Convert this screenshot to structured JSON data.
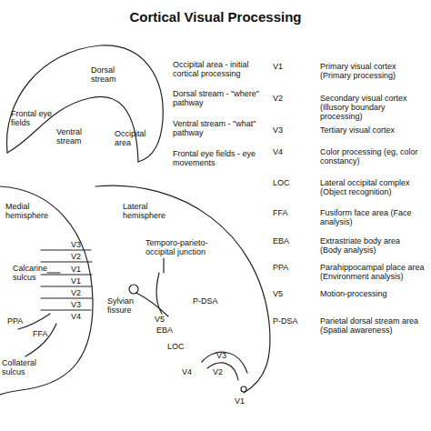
{
  "diagram": {
    "title": "Cortical Visual Processing",
    "labels": [
      "Frontal eye fields",
      "Dorsal stream",
      "Ventral stream",
      "Occipital area",
      "Occipital area - initial cortical processing",
      "Dorsal stream - \"where\" pathway",
      "Ventral stream - \"what\" pathway",
      "Frontal eye fields - eye movements",
      "V1",
      "Primary visual cortex (Primary processing)",
      "V2",
      "Secondary visual cortex (Illusory boundary processing)",
      "V3",
      "Tertiary visual cortex",
      "V4",
      "Color processing (eg, color constancy)",
      "LOC",
      "Lateral occipital complex (Object recognition)",
      "FFA",
      "Fusiform face area (Face analysis)",
      "EBA",
      "Extrastriate body area (Body analysis)",
      "PPA",
      "Parahippocampal place area (Environment analysis)",
      "V5",
      "Motion-processing",
      "P-DSA",
      "Parietal dorsal stream area (Spatial awareness)",
      "Medial hemisphere",
      "Lateral hemisphere",
      "Temporo-parieto-occipital junction",
      "Sylvian fissure",
      "P-DSA",
      "V3",
      "V2",
      "V1",
      "V1",
      "V2",
      "V3",
      "V4",
      "Calcarine sulcus",
      "PPA",
      "FFA",
      "Collateral sulcus",
      "V5",
      "EBA",
      "LOC",
      "V3",
      "V4",
      "V2",
      "V1"
    ]
  }
}
